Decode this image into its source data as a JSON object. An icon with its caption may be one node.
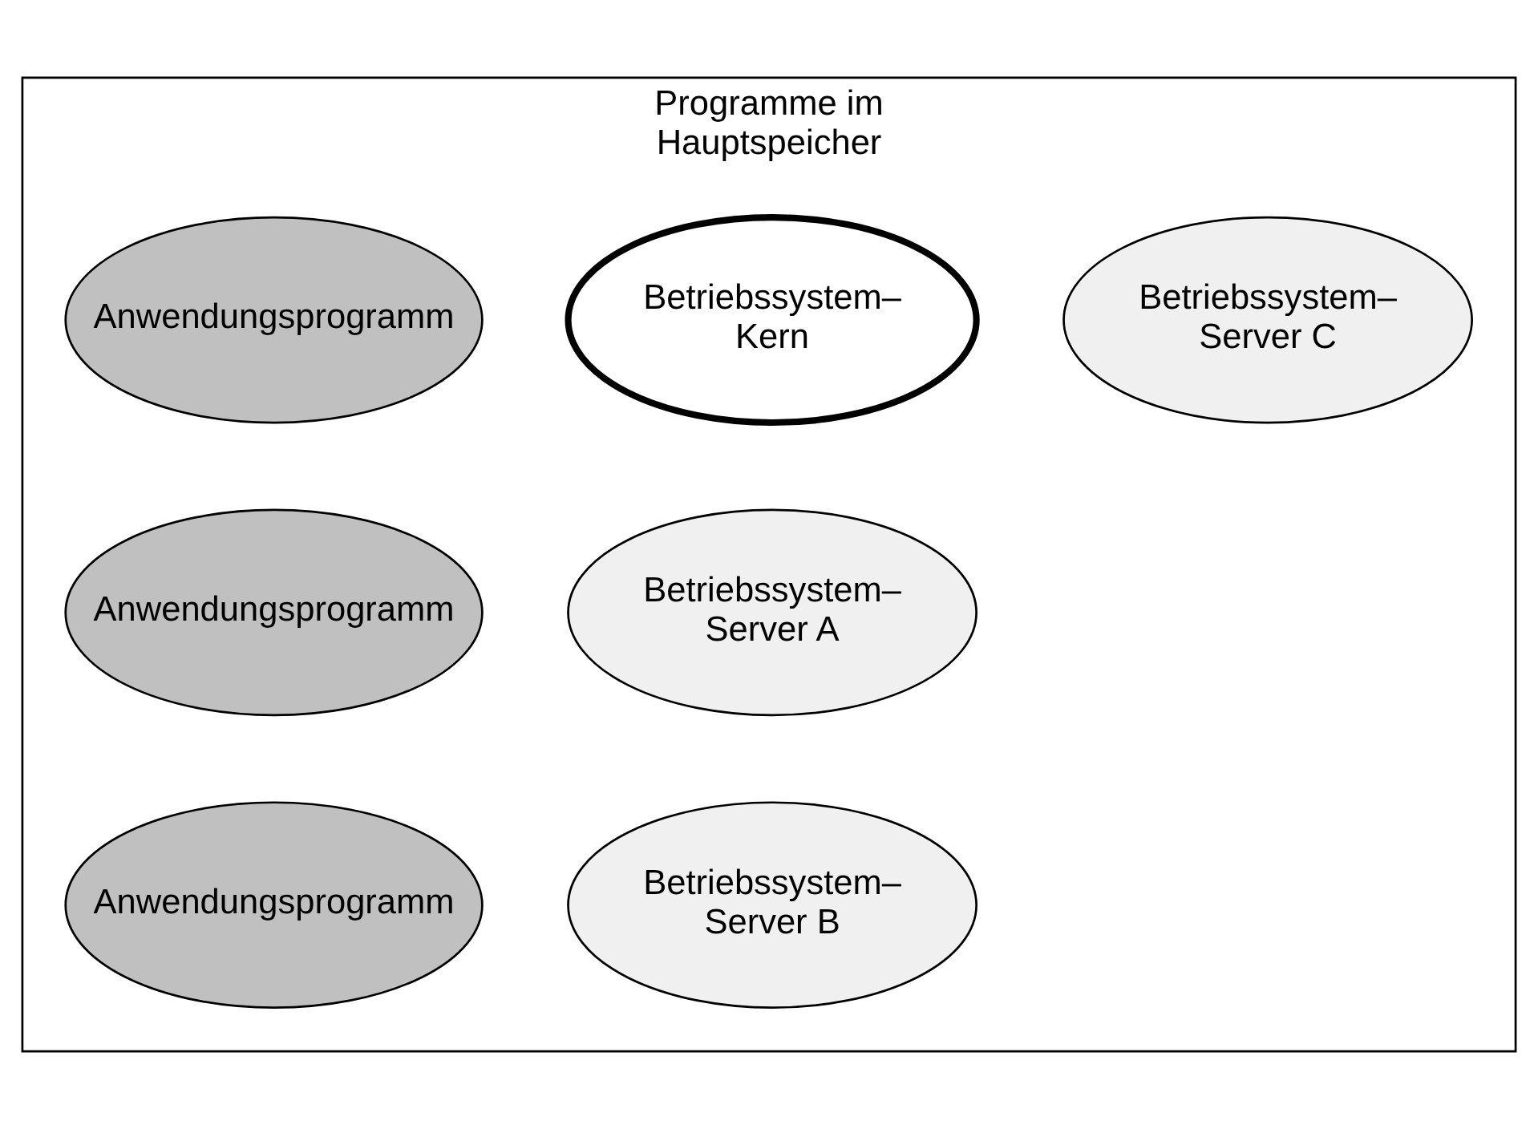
{
  "diagram": {
    "nodes": [
      {
        "text": [
          "Programme im Hauptspeicher"
        ]
      },
      {
        "text": [
          "Anwendungsprogramm"
        ],
        "in": 0
      },
      {
        "text": [
          "Anwendungsprogramm"
        ],
        "in": 0
      },
      {
        "text": [
          "Betriebssystem– Kern"
        ],
        "in": 0
      },
      {
        "text": [
          "Betriebssystem– Server A"
        ],
        "in": 0
      },
      {
        "text": [
          "Betriebssystem– Server B"
        ],
        "in": 0
      },
      {
        "text": [
          "Anwendungsprogramm"
        ],
        "in": 0
      },
      {
        "text": [
          "Betriebssystem– Server C"
        ],
        "in": 0
      }
    ],
    "edges": []
  }
}
